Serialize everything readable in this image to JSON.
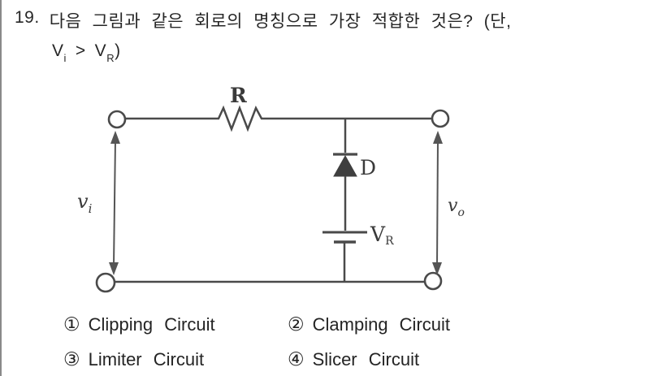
{
  "question": {
    "number": "19.",
    "line1": "다음 그림과 같은 회로의 명칭으로 가장 적합한 것은? (단,",
    "condition": {
      "v1": "V",
      "v1_sub": "i",
      "comparator": ">",
      "v2": "V",
      "v2_sub": "R",
      "close": ")"
    }
  },
  "circuit": {
    "resistor_label": "R",
    "diode_label": "D",
    "battery_label": {
      "main": "V",
      "sub": "R"
    },
    "input_label": {
      "main": "v",
      "sub": "i"
    },
    "output_label": {
      "main": "v",
      "sub": "o"
    }
  },
  "options": [
    {
      "num": "①",
      "label": "Clipping Circuit"
    },
    {
      "num": "②",
      "label": "Clamping Circuit"
    },
    {
      "num": "③",
      "label": "Limiter Circuit"
    },
    {
      "num": "④",
      "label": "Slicer Circuit"
    }
  ],
  "colors": {
    "ink": "#2b2b2b",
    "circuit_stroke": "#4a4a4a",
    "divider": "#8a8a8a",
    "background": "#ffffff"
  }
}
